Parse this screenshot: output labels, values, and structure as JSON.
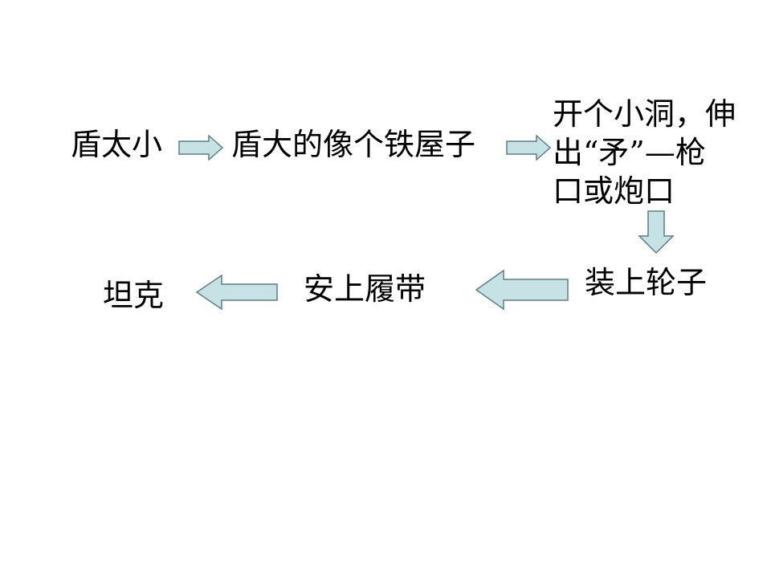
{
  "diagram": {
    "steps": [
      {
        "id": "s1",
        "text": "盾太小"
      },
      {
        "id": "s2",
        "text": "盾大的像个铁屋子"
      },
      {
        "id": "s3",
        "lines": [
          "开个小洞，伸",
          "出“矛”—枪",
          "口或炮口"
        ]
      },
      {
        "id": "s4",
        "text": "装上轮子"
      },
      {
        "id": "s5",
        "text": "安上履带"
      },
      {
        "id": "s6",
        "text": "坦克"
      }
    ],
    "arrow_fill": "#c6e2e5",
    "arrow_stroke": "#5b7f86"
  }
}
